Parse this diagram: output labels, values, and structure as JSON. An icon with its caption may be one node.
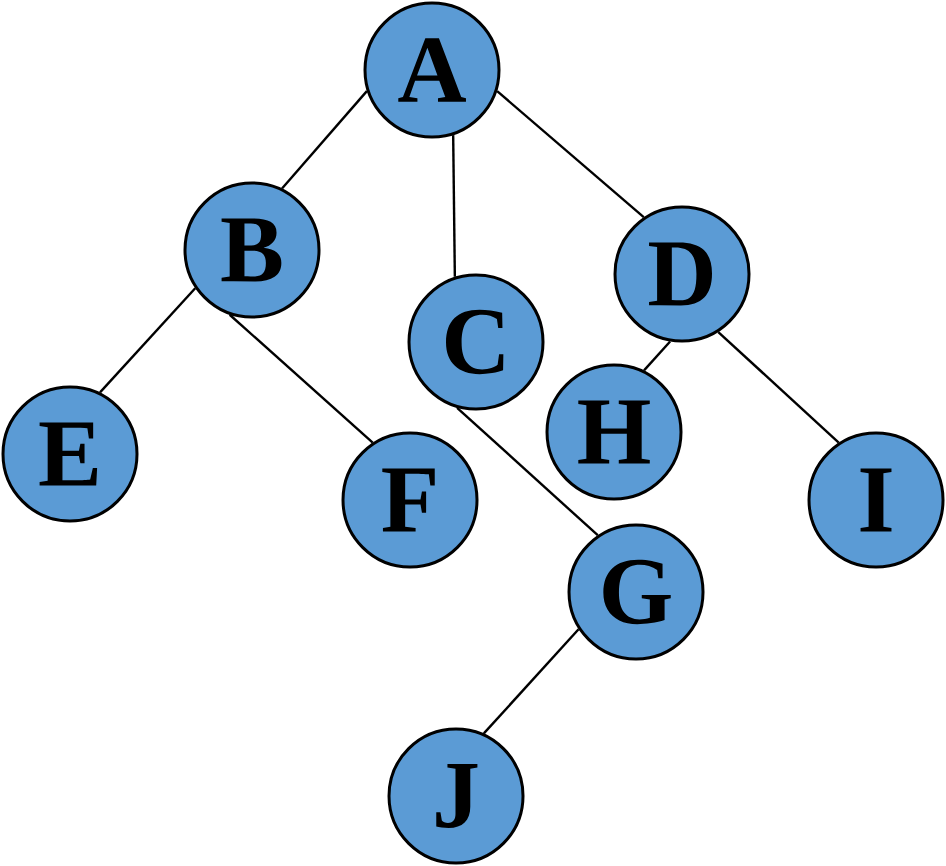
{
  "diagram": {
    "nodes": [
      {
        "text": [
          "A"
        ]
      },
      {
        "text": [
          "B"
        ]
      },
      {
        "text": [
          "C"
        ]
      },
      {
        "text": [
          "D"
        ]
      },
      {
        "text": [
          "E"
        ]
      },
      {
        "text": [
          "F"
        ]
      },
      {
        "text": [
          "G"
        ]
      },
      {
        "text": [
          "H"
        ]
      },
      {
        "text": [
          "I"
        ]
      },
      {
        "text": [
          "J"
        ]
      }
    ],
    "edges": [
      {
        "from": 0,
        "to": 1,
        "arrow": "none"
      },
      {
        "from": 0,
        "to": 2,
        "arrow": "none"
      },
      {
        "from": 0,
        "to": 3,
        "arrow": "none"
      },
      {
        "from": 1,
        "to": 4,
        "arrow": "none"
      },
      {
        "from": 1,
        "to": 5,
        "arrow": "none"
      },
      {
        "from": 2,
        "to": 6,
        "arrow": "none"
      },
      {
        "from": 3,
        "to": 7,
        "arrow": "none"
      },
      {
        "from": 3,
        "to": 8,
        "arrow": "none"
      },
      {
        "from": 6,
        "to": 9,
        "arrow": "none"
      }
    ]
  }
}
